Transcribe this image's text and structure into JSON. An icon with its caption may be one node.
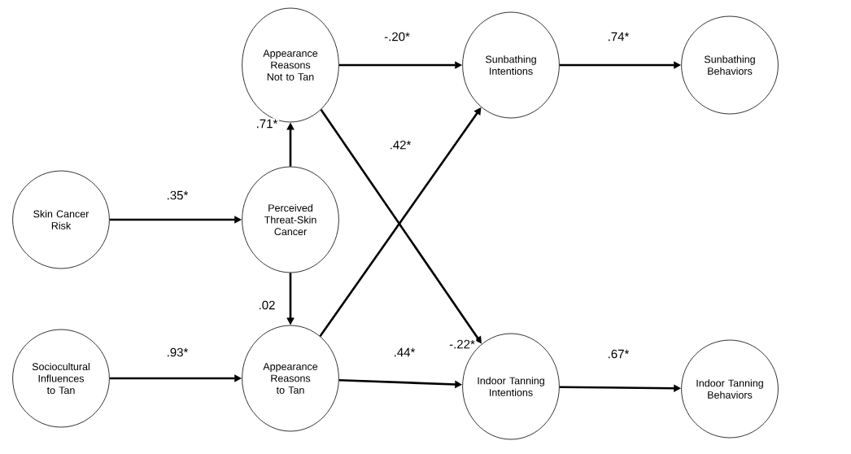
{
  "diagram": {
    "nodes": [
      {
        "text": [
          "Appearance Reasons Not to Tan"
        ]
      },
      {
        "text": [
          "Sunbathing Intentions"
        ]
      },
      {
        "text": [
          "Sunbathing Behaviors"
        ]
      },
      {
        "text": [
          "Skin Cancer Risk"
        ]
      },
      {
        "text": [
          "Perceived Threat-Skin Cancer"
        ]
      },
      {
        "text": [
          "Sociocultural Influences to Tan"
        ]
      },
      {
        "text": [
          "Appearance Reasons to Tan"
        ]
      },
      {
        "text": [
          "Indoor Tanning Intentions"
        ]
      },
      {
        "text": [
          "Indoor Tanning Behaviors"
        ]
      }
    ],
    "edges": [
      {
        "from": 0,
        "to": 1,
        "arrow": "to",
        "label": "-.20*"
      },
      {
        "from": 1,
        "to": 2,
        "arrow": "to",
        "label": ".74*"
      },
      {
        "from": 4,
        "to": 0,
        "arrow": "to",
        "label": ".71*"
      },
      {
        "from": 3,
        "to": 4,
        "arrow": "to",
        "label": ".35*"
      },
      {
        "from": 4,
        "to": 6,
        "arrow": "to",
        "label": ".02"
      },
      {
        "from": 5,
        "to": 6,
        "arrow": "to",
        "label": ".93*"
      },
      {
        "from": 6,
        "to": 1,
        "arrow": "to",
        "label": ".42*"
      },
      {
        "from": 0,
        "to": 7,
        "arrow": "to",
        "label": "-.22*"
      },
      {
        "from": 6,
        "to": 7,
        "arrow": "to",
        "label": ".44*"
      },
      {
        "from": 7,
        "to": 8,
        "arrow": "to",
        "label": ".67*"
      }
    ]
  }
}
